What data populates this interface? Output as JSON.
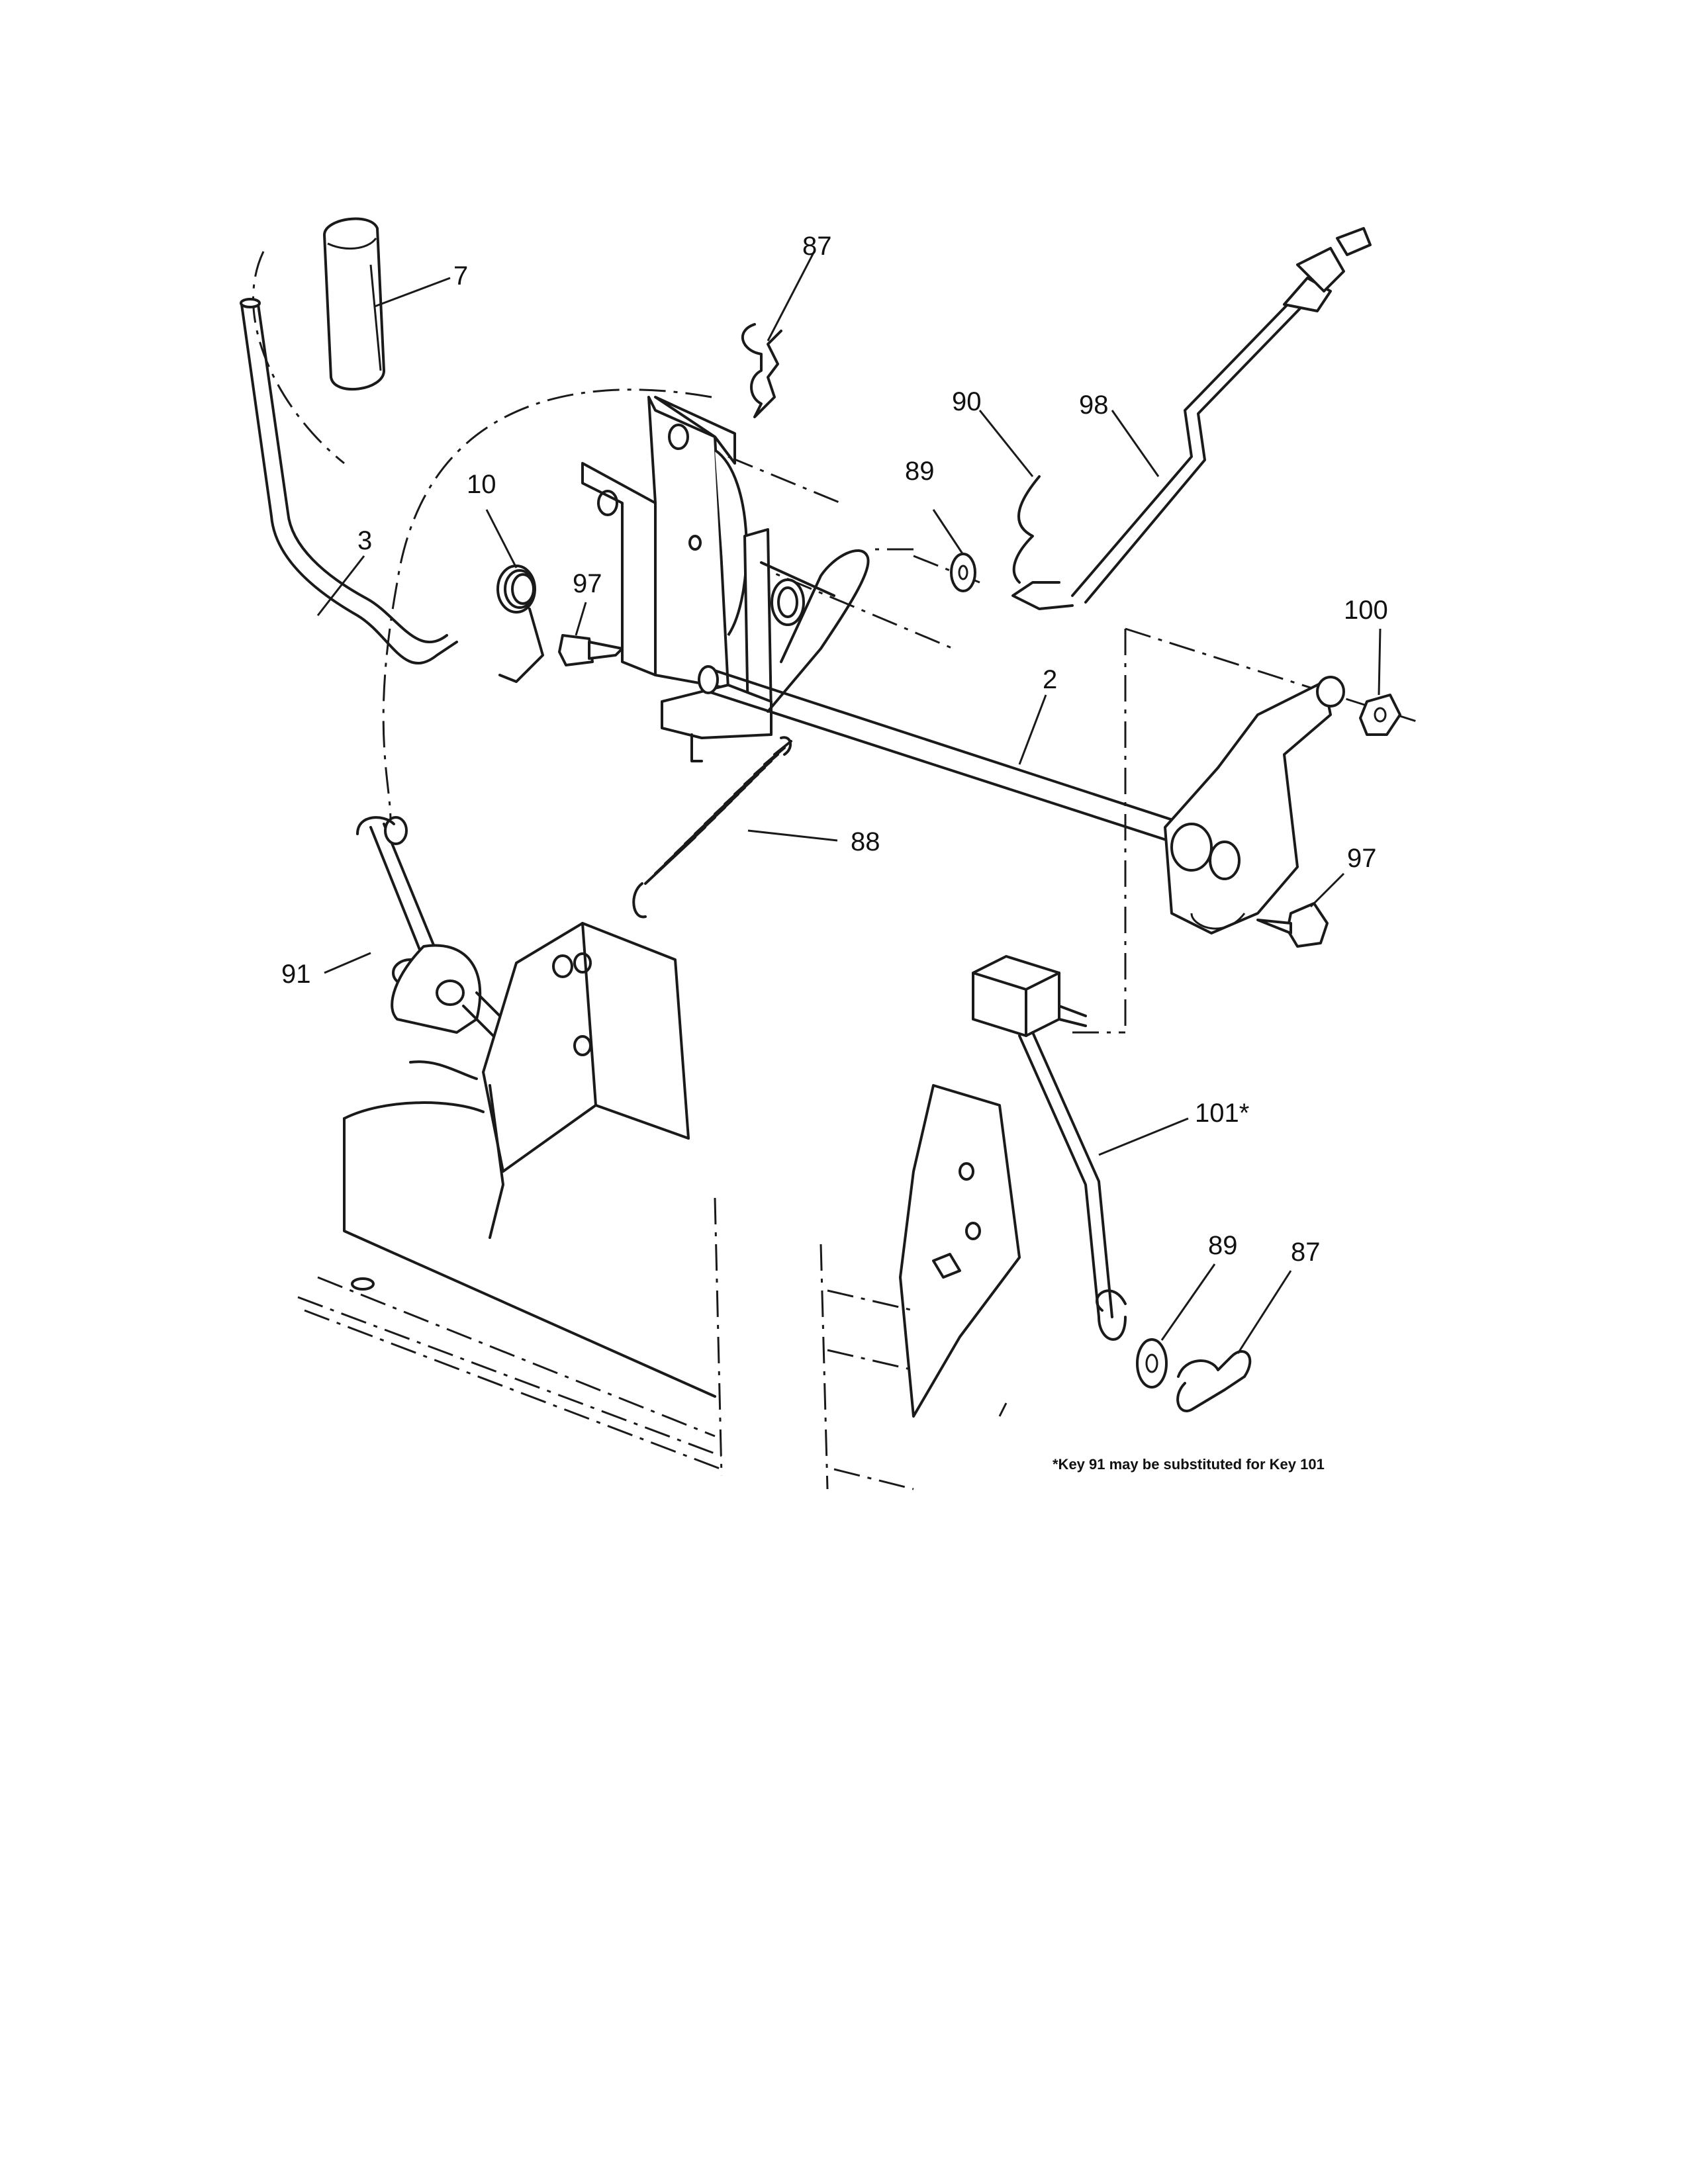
{
  "callouts": {
    "k7": "7",
    "k87a": "87",
    "k90": "90",
    "k98": "98",
    "k89a": "89",
    "k10": "10",
    "k3": "3",
    "k97a": "97",
    "k100": "100",
    "k2": "2",
    "k88": "88",
    "k97b": "97",
    "k91": "91",
    "k101": "101*",
    "k89b": "89",
    "k87b": "87"
  },
  "note": "*Key 91 may be substituted for Key 101"
}
